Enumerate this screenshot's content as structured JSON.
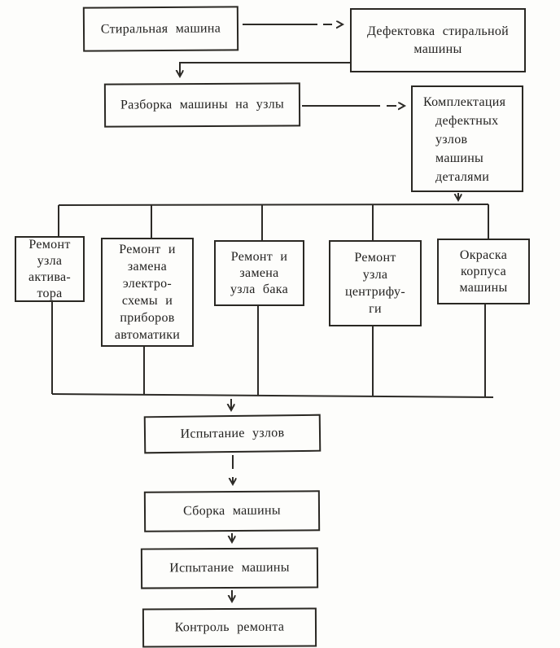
{
  "diagram": {
    "kind": "flowchart",
    "language": "ru",
    "ink_color": "#2a2823",
    "paper_color": "#fdfdfb",
    "boxes": {
      "washing_machine": {
        "label": "Стиральная машина"
      },
      "defect_inspection": {
        "label": "Дефектовка стиральной\nмашины"
      },
      "disassembly": {
        "label": "Разборка машины на узлы"
      },
      "completing_units": {
        "label": "Комплектация\nдефектных\nузлов\nмашины\nдеталями"
      },
      "repair_activator": {
        "label": "Ремонт\nузла\nактива-\nтора"
      },
      "repair_electrics": {
        "label": "Ремонт и\nзамена\nэлектро-\nсхемы и\nприборов\nавтоматики"
      },
      "repair_tank": {
        "label": "Ремонт и\nзамена\nузла бака"
      },
      "repair_centrifuge": {
        "label": "Ремонт\nузла\nцентрифу-\nги"
      },
      "painting_body": {
        "label": "Окраска\nкорпуса\nмашины"
      },
      "testing_units": {
        "label": "Испытание узлов"
      },
      "assembly": {
        "label": "Сборка машины"
      },
      "testing_machine": {
        "label": "Испытание машины"
      },
      "repair_control": {
        "label": "Контроль ремонта"
      }
    }
  }
}
